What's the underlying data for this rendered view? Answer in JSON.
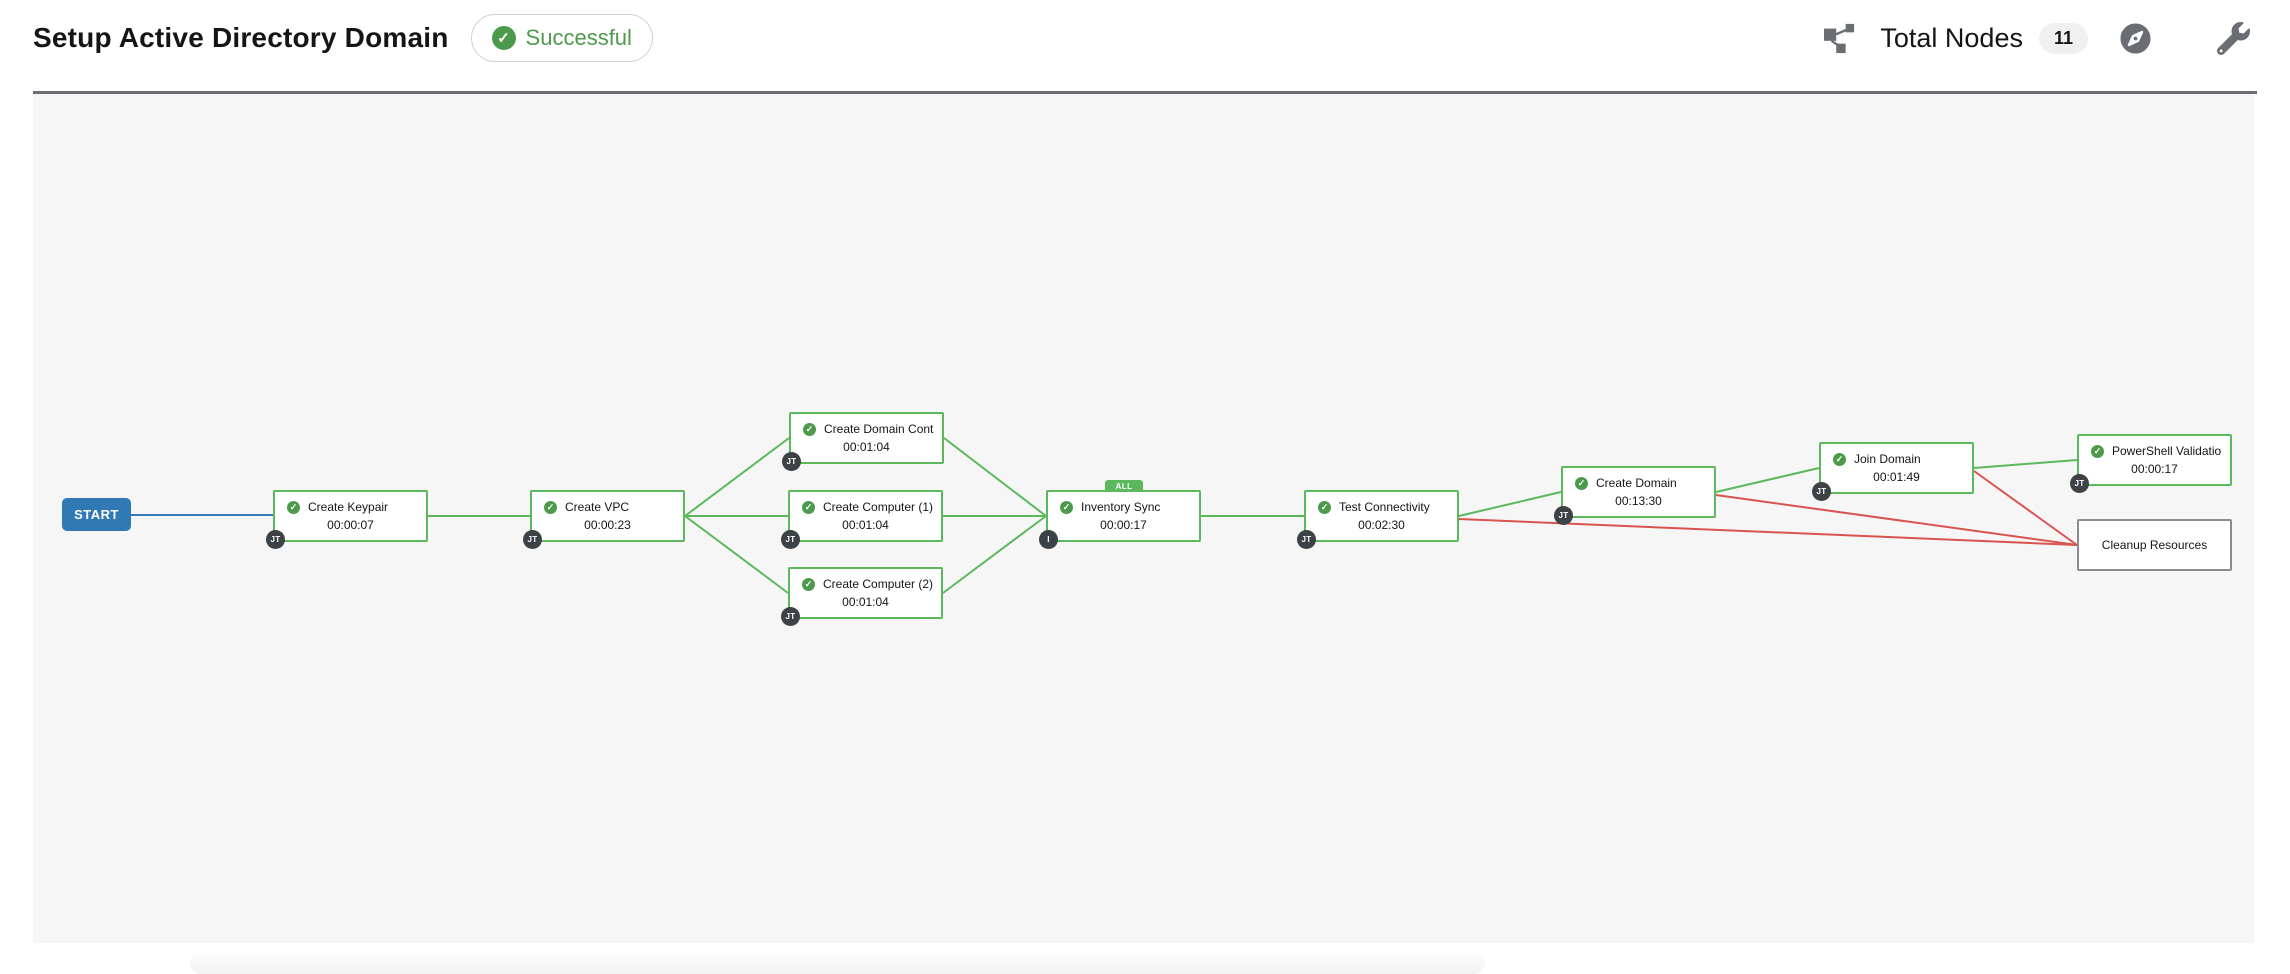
{
  "header": {
    "title": "Setup Active Directory Domain",
    "status_label": "Successful",
    "status_color": "#4d9a4d",
    "total_nodes_label": "Total Nodes",
    "total_nodes_count": "11",
    "icons": [
      "workflow-legend-icon",
      "compass-icon",
      "wrench-icon"
    ]
  },
  "workflow": {
    "start_label": "START",
    "colors": {
      "success": "#5cb85c",
      "failure": "#d9534f",
      "always": "#337ab7",
      "start": "#3079b5",
      "pending_border": "#8a8d90"
    },
    "nodes": [
      {
        "label": "Create Keypair",
        "elapsed": "00:00:07",
        "type_badge": "JT",
        "status": "successful"
      },
      {
        "label": "Create VPC",
        "elapsed": "00:00:23",
        "type_badge": "JT",
        "status": "successful"
      },
      {
        "label": "Create Domain Contr...",
        "elapsed": "00:01:04",
        "type_badge": "JT",
        "status": "successful"
      },
      {
        "label": "Create Computer (1)",
        "elapsed": "00:01:04",
        "type_badge": "JT",
        "status": "successful"
      },
      {
        "label": "Create Computer (2)",
        "elapsed": "00:01:04",
        "type_badge": "JT",
        "status": "successful"
      },
      {
        "label": "Inventory Sync",
        "elapsed": "00:00:17",
        "type_badge": "I",
        "status": "successful",
        "convergence_label": "ALL"
      },
      {
        "label": "Test Connectivity",
        "elapsed": "00:02:30",
        "type_badge": "JT",
        "status": "successful"
      },
      {
        "label": "Create Domain",
        "elapsed": "00:13:30",
        "type_badge": "JT",
        "status": "successful"
      },
      {
        "label": "Join Domain",
        "elapsed": "00:01:49",
        "type_badge": "JT",
        "status": "successful"
      },
      {
        "label": "PowerShell Validation",
        "elapsed": "00:00:17",
        "type_badge": "JT",
        "status": "successful"
      },
      {
        "label": "Cleanup Resources",
        "status": "not-run"
      }
    ],
    "edges": [
      {
        "from": "START",
        "to": "Create Keypair",
        "type": "always"
      },
      {
        "from": "Create Keypair",
        "to": "Create VPC",
        "type": "success"
      },
      {
        "from": "Create VPC",
        "to": "Create Domain Contr...",
        "type": "success"
      },
      {
        "from": "Create VPC",
        "to": "Create Computer (1)",
        "type": "success"
      },
      {
        "from": "Create VPC",
        "to": "Create Computer (2)",
        "type": "success"
      },
      {
        "from": "Create Domain Contr...",
        "to": "Inventory Sync",
        "type": "success"
      },
      {
        "from": "Create Computer (1)",
        "to": "Inventory Sync",
        "type": "success"
      },
      {
        "from": "Create Computer (2)",
        "to": "Inventory Sync",
        "type": "success"
      },
      {
        "from": "Inventory Sync",
        "to": "Test Connectivity",
        "type": "success"
      },
      {
        "from": "Test Connectivity",
        "to": "Create Domain",
        "type": "success"
      },
      {
        "from": "Test Connectivity",
        "to": "Cleanup Resources",
        "type": "failure"
      },
      {
        "from": "Create Domain",
        "to": "Join Domain",
        "type": "success"
      },
      {
        "from": "Create Domain",
        "to": "Cleanup Resources",
        "type": "failure"
      },
      {
        "from": "Join Domain",
        "to": "PowerShell Validation",
        "type": "success"
      },
      {
        "from": "Join Domain",
        "to": "Cleanup Resources",
        "type": "failure"
      }
    ]
  }
}
